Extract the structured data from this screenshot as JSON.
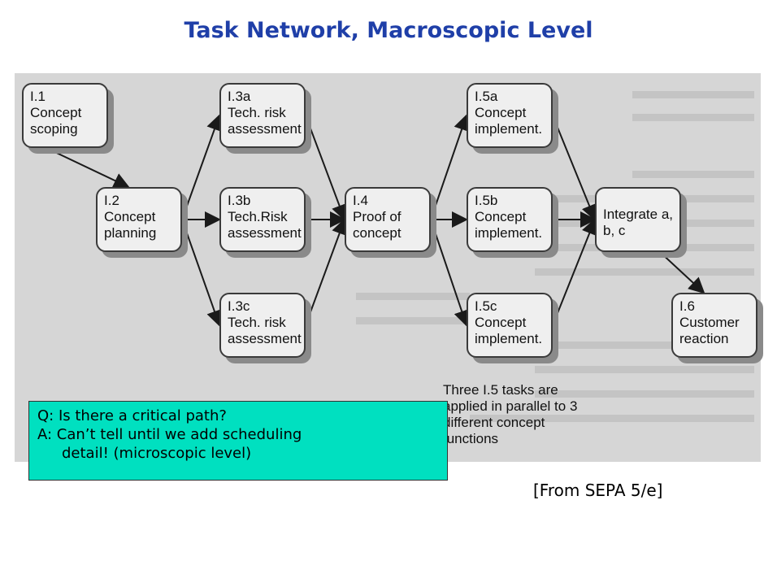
{
  "title": "Task Network, Macroscopic Level",
  "nodes": [
    {
      "id": "I.1",
      "text": "Concept scoping"
    },
    {
      "id": "I.2",
      "text": "Concept planning"
    },
    {
      "id": "I.3a",
      "text": "Tech. risk assessment"
    },
    {
      "id": "I.3b",
      "text": "Tech.Risk assessment"
    },
    {
      "id": "I.3c",
      "text": "Tech. risk assessment"
    },
    {
      "id": "I.4",
      "text": "Proof of concept"
    },
    {
      "id": "I.5a",
      "text": "Concept implement."
    },
    {
      "id": "I.5b",
      "text": "Concept implement."
    },
    {
      "id": "I.5c",
      "text": "Concept implement."
    },
    {
      "id": "I.integrate",
      "text": "Integrate a, b, c"
    },
    {
      "id": "I.6",
      "text": "Customer reaction"
    }
  ],
  "edges": [
    [
      "I.1",
      "I.2"
    ],
    [
      "I.2",
      "I.3a"
    ],
    [
      "I.2",
      "I.3b"
    ],
    [
      "I.2",
      "I.3c"
    ],
    [
      "I.3a",
      "I.4"
    ],
    [
      "I.3b",
      "I.4"
    ],
    [
      "I.3c",
      "I.4"
    ],
    [
      "I.4",
      "I.5a"
    ],
    [
      "I.4",
      "I.5b"
    ],
    [
      "I.4",
      "I.5c"
    ],
    [
      "I.5a",
      "I.integrate"
    ],
    [
      "I.5b",
      "I.integrate"
    ],
    [
      "I.5c",
      "I.integrate"
    ],
    [
      "I.integrate",
      "I.6"
    ]
  ],
  "note": "Three I.5 tasks are applied in parallel to 3 different concept functions",
  "qa": {
    "q": "Q: Is there a critical path?",
    "a1": "A: Can’t tell until we add scheduling",
    "a2": "detail! (microscopic level)"
  },
  "source": "[From SEPA 5/e]"
}
